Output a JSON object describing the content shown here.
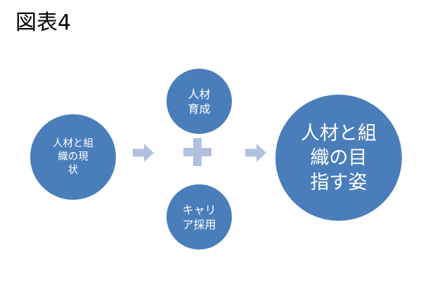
{
  "figure": {
    "title": "図表4",
    "accent_color": "#4a7ebb",
    "connector_color": "#b0c0de",
    "background_color": "#ffffff",
    "label_color": "#ffffff",
    "title_color": "#000000"
  },
  "nodes": [
    {
      "id": "current-state",
      "label": "人材と組\n織の現\n状",
      "role": "input"
    },
    {
      "id": "development",
      "label": "人材\n育成",
      "role": "lever"
    },
    {
      "id": "hiring",
      "label": "キャリ\nア採用",
      "role": "lever"
    },
    {
      "id": "goal",
      "label": "人材と組\n織の目\n指す姿",
      "role": "output"
    }
  ],
  "connectors": [
    {
      "id": "arrow-1",
      "icon": "arrow-right-icon"
    },
    {
      "id": "plus",
      "icon": "plus-icon"
    },
    {
      "id": "arrow-2",
      "icon": "arrow-right-icon"
    }
  ]
}
